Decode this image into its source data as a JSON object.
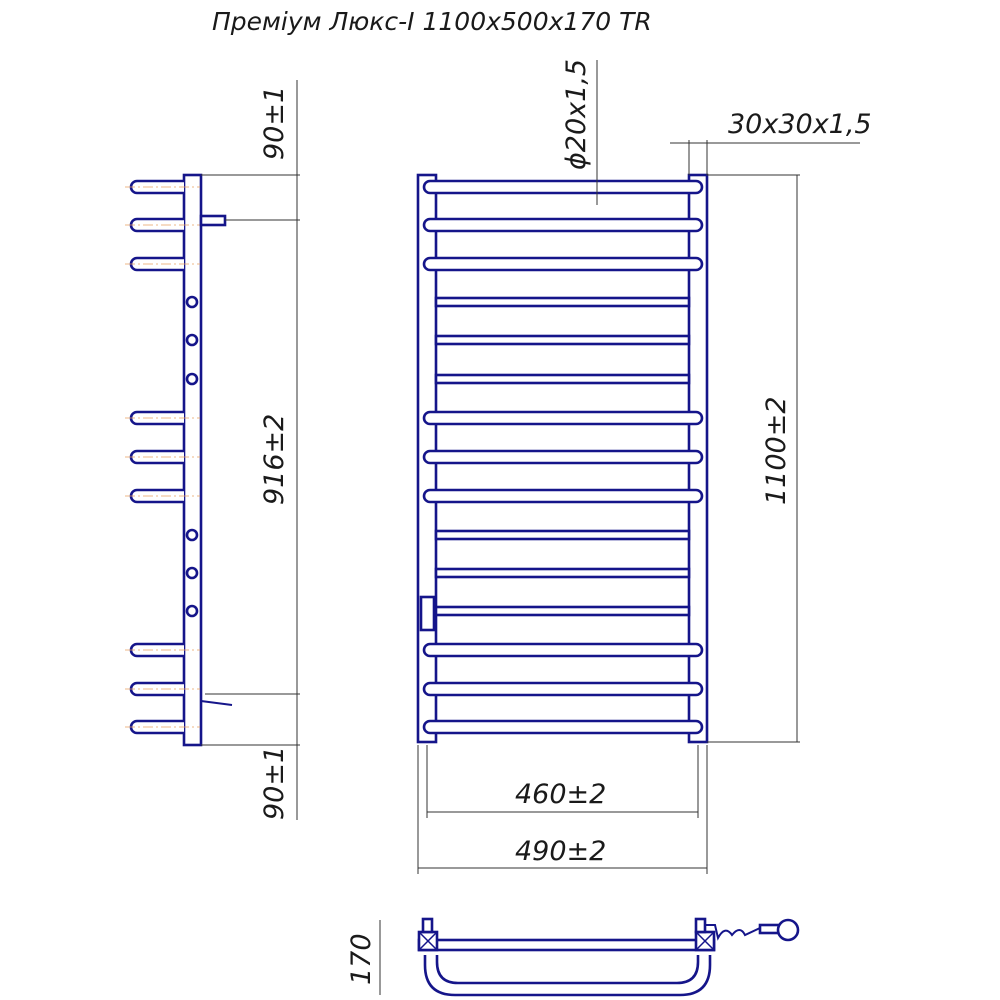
{
  "title": "Преміум Люкс-I 1100x500x170 TR",
  "dimensions": {
    "top_offset": "90±1",
    "middle_span": "916±2",
    "bottom_offset": "90±1",
    "height": "1100±2",
    "inner_width": "460±2",
    "outer_width": "490±2",
    "bar_tube": "ϕ20x1,5",
    "post_profile": "30x30x1,5",
    "depth": "170"
  },
  "colors": {
    "outline": "#15158a",
    "centerline": "#e8a060",
    "dimension": "#333333"
  }
}
